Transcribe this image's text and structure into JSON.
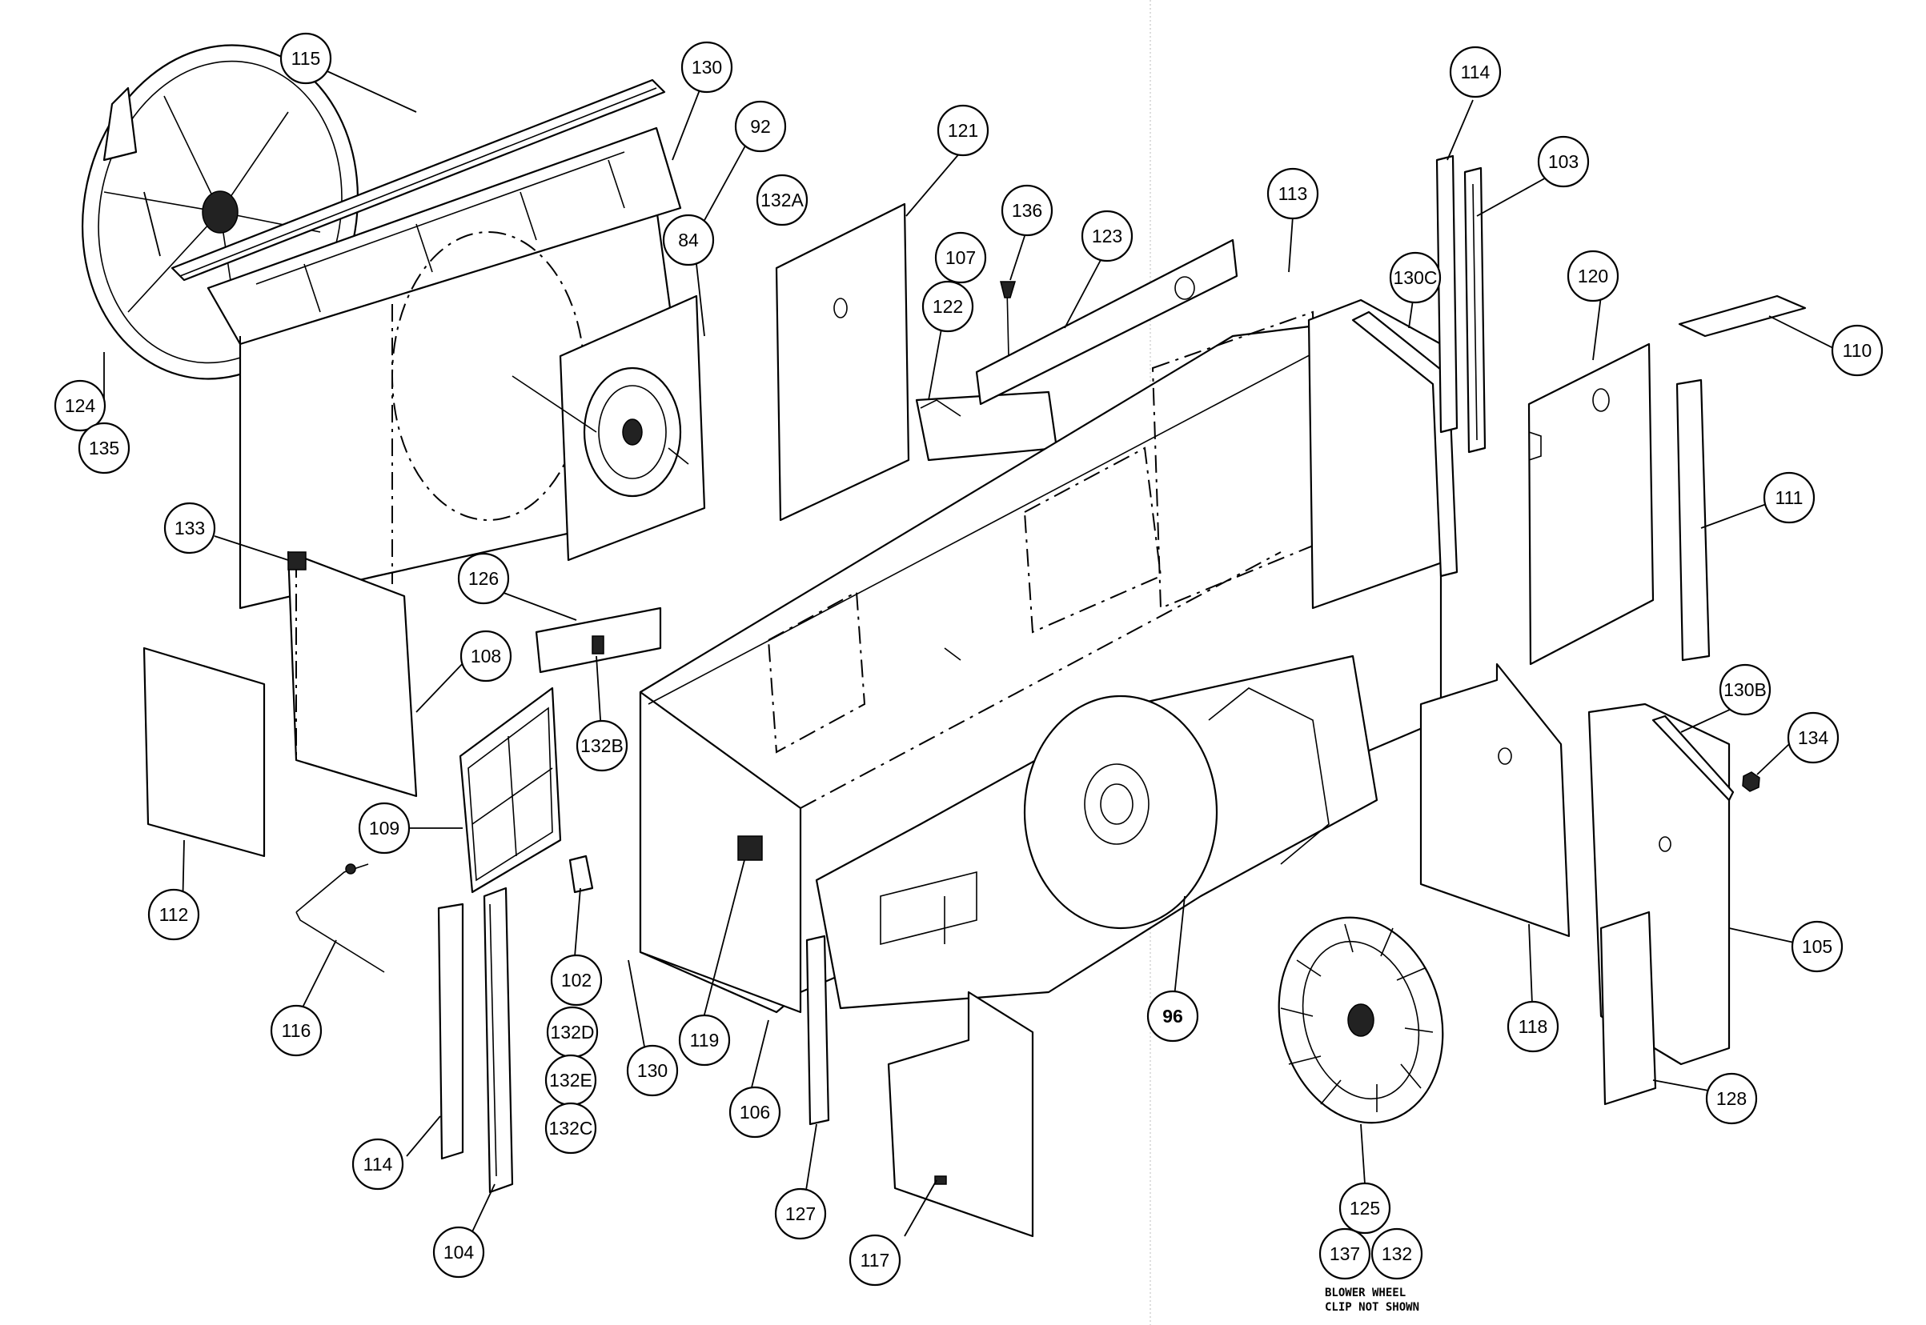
{
  "callouts": {
    "c115": "115",
    "c130_top": "130",
    "c92": "92",
    "c132A": "132A",
    "c84": "84",
    "c121": "121",
    "c136": "136",
    "c107": "107",
    "c122": "122",
    "c123": "123",
    "c113": "113",
    "c130C": "130C",
    "c114_right": "114",
    "c103": "103",
    "c120": "120",
    "c110": "110",
    "c111": "111",
    "c124": "124",
    "c135": "135",
    "c133": "133",
    "c126": "126",
    "c108": "108",
    "c132B": "132B",
    "c109": "109",
    "c112": "112",
    "c116": "116",
    "c102": "102",
    "c132D": "132D",
    "c132E": "132E",
    "c132C": "132C",
    "c114_left": "114",
    "c104": "104",
    "c130_bottom": "130",
    "c119": "119",
    "c106": "106",
    "c127": "127",
    "c117": "117",
    "c96": "96",
    "c125": "125",
    "c137": "137",
    "c132": "132",
    "c118": "118",
    "c130B": "130B",
    "c134": "134",
    "c105": "105",
    "c128": "128"
  },
  "note": {
    "line1": "BLOWER WHEEL",
    "line2": "CLIP NOT SHOWN"
  }
}
